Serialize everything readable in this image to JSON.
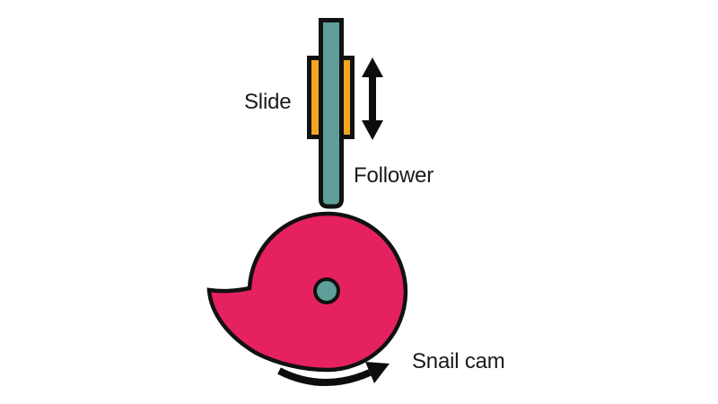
{
  "diagram": {
    "type": "mechanism-diagram",
    "subject": "Snail cam with follower and slide",
    "labels": {
      "slide": "Slide",
      "follower": "Follower",
      "snail_cam": "Snail cam"
    },
    "icons": [
      "up-down-motion-arrow-icon",
      "rotation-arrow-icon"
    ],
    "colors": {
      "cam": "#e62160",
      "teal": "#5d9e99",
      "slide": "#f2a51f",
      "outline": "#111111",
      "arrow": "#0d0d0d",
      "text": "#1a1a1a",
      "background": "#ffffff"
    }
  }
}
